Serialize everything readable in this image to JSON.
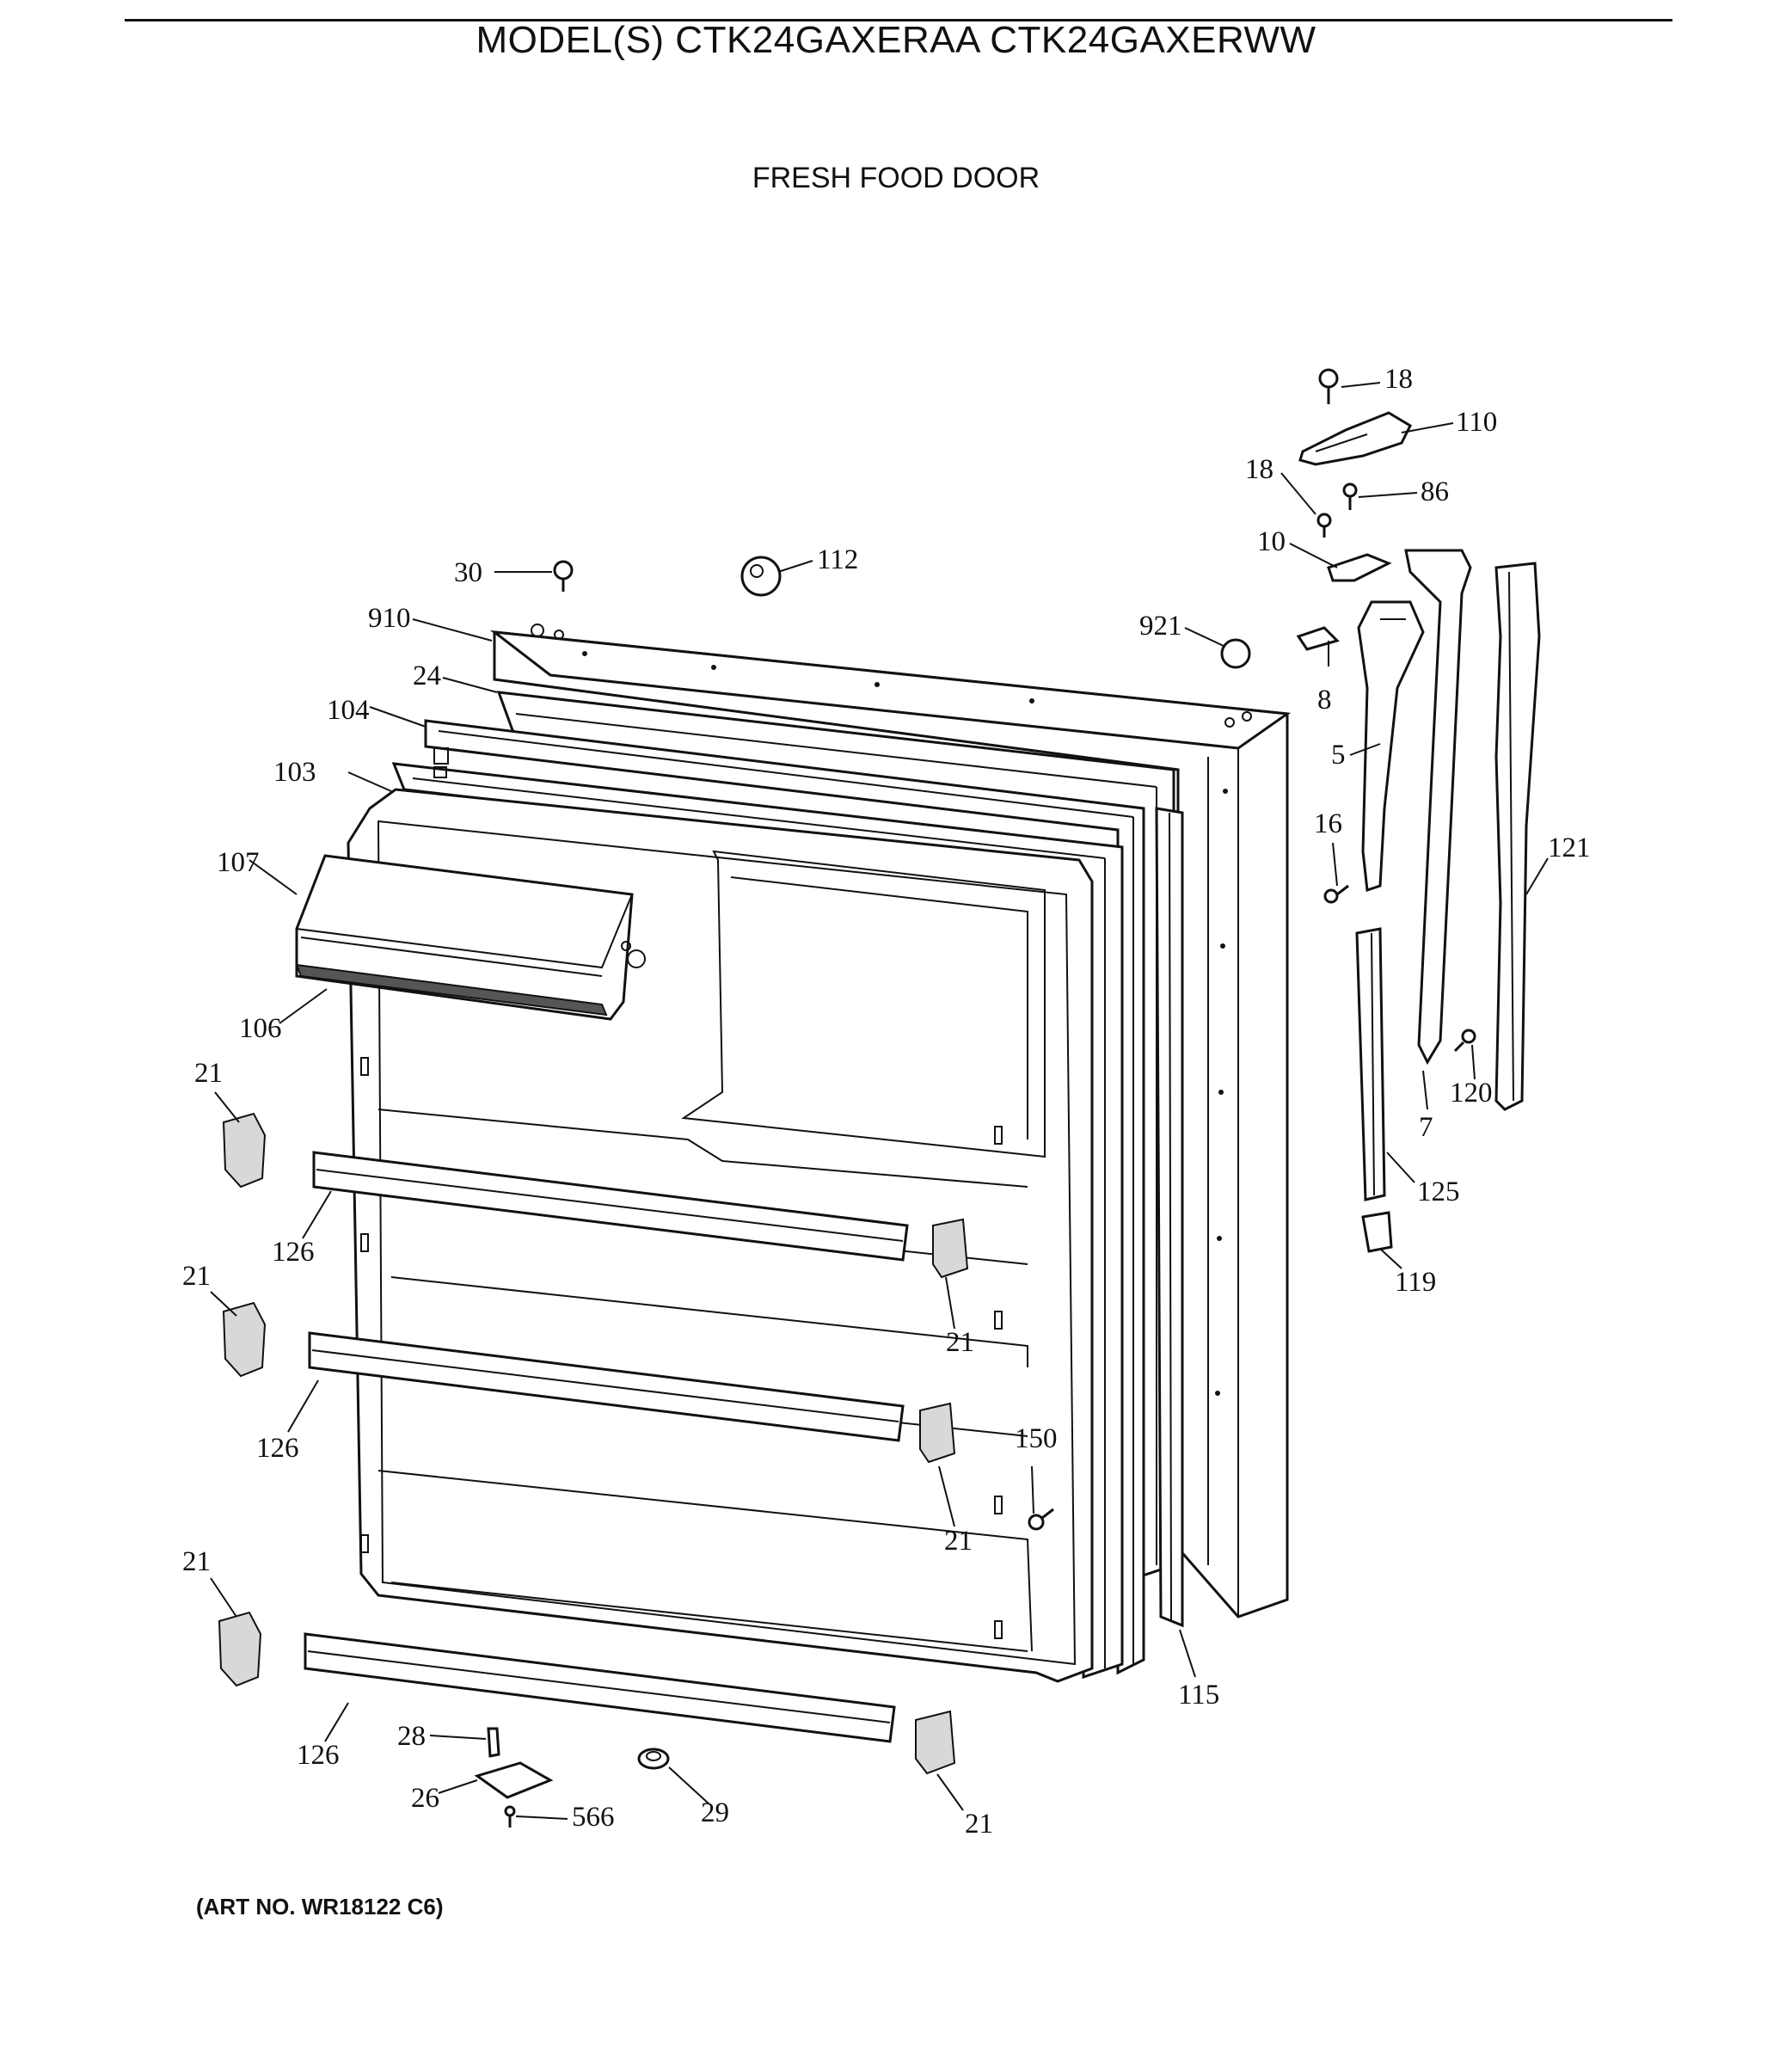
{
  "header": {
    "model_title": "MODEL(S) CTK24GAXERAA  CTK24GAXERWW",
    "section_title": "FRESH FOOD DOOR"
  },
  "footer": {
    "art_number": "(ART NO. WR18122 C6)"
  },
  "callouts": [
    {
      "key": "c18a",
      "text": "18"
    },
    {
      "key": "c110",
      "text": "110"
    },
    {
      "key": "c18b",
      "text": "18"
    },
    {
      "key": "c86",
      "text": "86"
    },
    {
      "key": "c10",
      "text": "10"
    },
    {
      "key": "c30",
      "text": "30"
    },
    {
      "key": "c112",
      "text": "112"
    },
    {
      "key": "c910",
      "text": "910"
    },
    {
      "key": "c921",
      "text": "921"
    },
    {
      "key": "c24",
      "text": "24"
    },
    {
      "key": "c8",
      "text": "8"
    },
    {
      "key": "c104",
      "text": "104"
    },
    {
      "key": "c5",
      "text": "5"
    },
    {
      "key": "c103",
      "text": "103"
    },
    {
      "key": "c16",
      "text": "16"
    },
    {
      "key": "c121",
      "text": "121"
    },
    {
      "key": "c107",
      "text": "107"
    },
    {
      "key": "c106",
      "text": "106"
    },
    {
      "key": "c21a",
      "text": "21"
    },
    {
      "key": "c120",
      "text": "120"
    },
    {
      "key": "c7",
      "text": "7"
    },
    {
      "key": "c125",
      "text": "125"
    },
    {
      "key": "c126a",
      "text": "126"
    },
    {
      "key": "c21b",
      "text": "21"
    },
    {
      "key": "c119",
      "text": "119"
    },
    {
      "key": "c21c",
      "text": "21"
    },
    {
      "key": "c126b",
      "text": "126"
    },
    {
      "key": "c150",
      "text": "150"
    },
    {
      "key": "c21d",
      "text": "21"
    },
    {
      "key": "c21e",
      "text": "21"
    },
    {
      "key": "c115",
      "text": "115"
    },
    {
      "key": "c126c",
      "text": "126"
    },
    {
      "key": "c28",
      "text": "28"
    },
    {
      "key": "c26",
      "text": "26"
    },
    {
      "key": "c566",
      "text": "566"
    },
    {
      "key": "c29",
      "text": "29"
    },
    {
      "key": "c21f",
      "text": "21"
    }
  ]
}
